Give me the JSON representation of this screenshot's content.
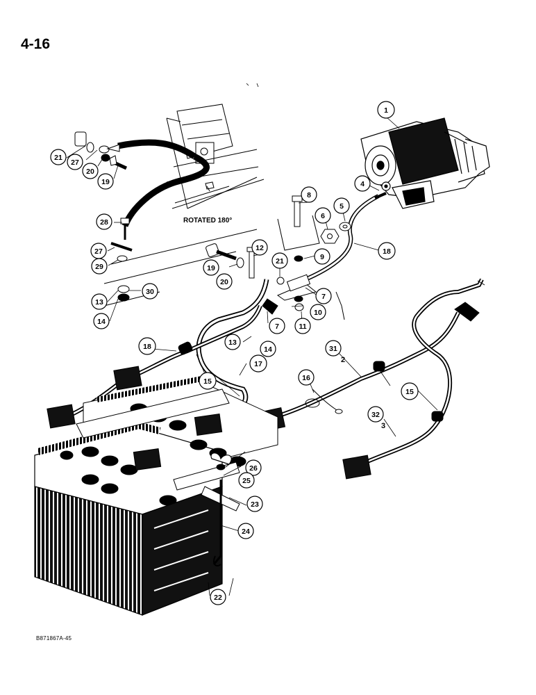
{
  "page": {
    "number": "4-16",
    "drawing_code": "B871867A-45",
    "rotated_note": "ROTATED 180°"
  },
  "callouts": {
    "c1": "1",
    "c2": "2",
    "c3": "3",
    "c4": "4",
    "c5": "5",
    "c6": "6",
    "c7a": "7",
    "c7b": "7",
    "c8": "8",
    "c9": "9",
    "c10": "10",
    "c11": "11",
    "c12": "12",
    "c13a": "13",
    "c13b": "13",
    "c14a": "14",
    "c14b": "14",
    "c15a": "15",
    "c15b": "15",
    "c16": "16",
    "c17": "17",
    "c18a": "18",
    "c18b": "18",
    "c19a": "19",
    "c19b": "19",
    "c20a": "20",
    "c20b": "20",
    "c21a": "21",
    "c21b": "21",
    "c22": "22",
    "c23": "23",
    "c24": "24",
    "c25": "25",
    "c26": "26",
    "c27a": "27",
    "c27b": "27",
    "c28": "28",
    "c29": "29",
    "c30": "30",
    "c31": "31",
    "c32": "32"
  },
  "colors": {
    "ink": "#000000",
    "paper": "#ffffff",
    "grey": "#444444"
  }
}
